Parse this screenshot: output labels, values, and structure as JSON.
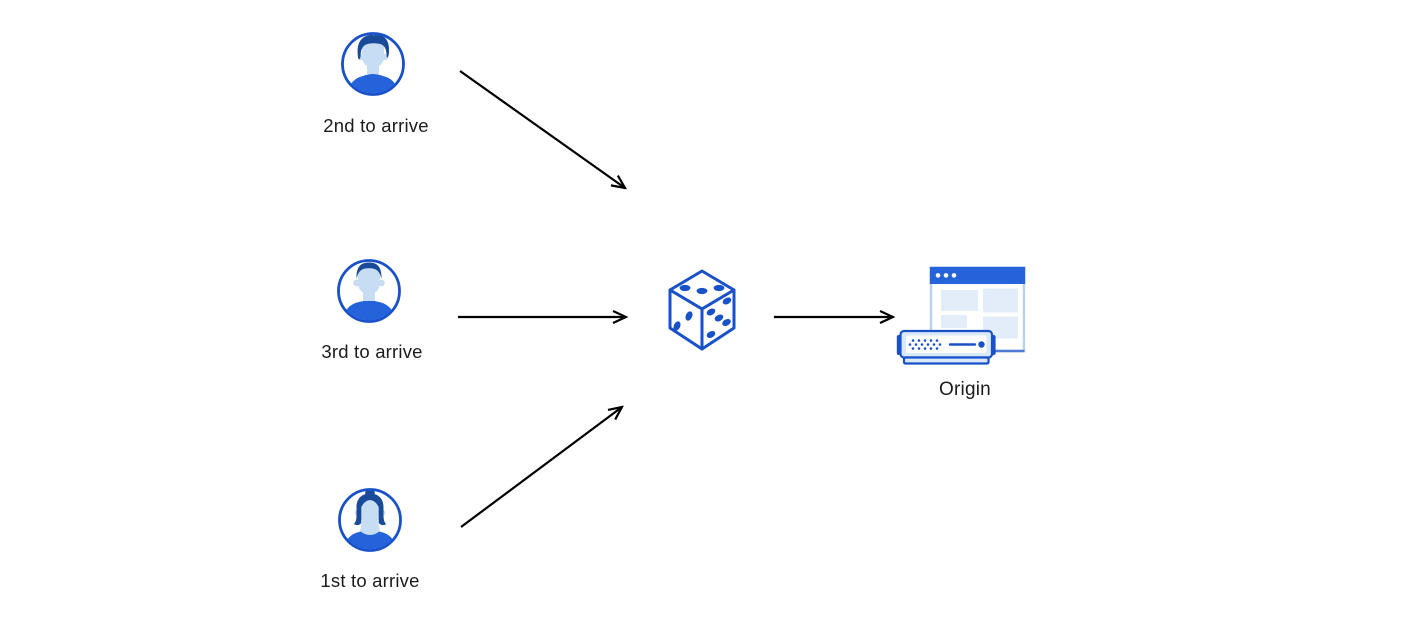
{
  "diagram": {
    "clients": [
      {
        "id": "client-2nd",
        "label": "2nd to arrive",
        "icon": "male-avatar-swept-hair-icon"
      },
      {
        "id": "client-3rd",
        "label": "3rd to arrive",
        "icon": "male-avatar-short-hair-icon"
      },
      {
        "id": "client-1st",
        "label": "1st to arrive",
        "icon": "female-avatar-bun-icon"
      }
    ],
    "hub": {
      "id": "dice",
      "icon": "dice-icon"
    },
    "origin": {
      "id": "origin",
      "label": "Origin",
      "icon": "origin-server-browser-icon"
    },
    "connections": [
      {
        "from": "client-2nd",
        "to": "dice"
      },
      {
        "from": "client-3rd",
        "to": "dice"
      },
      {
        "from": "client-1st",
        "to": "dice"
      },
      {
        "from": "dice",
        "to": "origin"
      }
    ],
    "colors": {
      "background": "#ffffff",
      "primary-blue": "#1951c9",
      "bright-blue": "#2463da",
      "hair-navy": "#1a4b9b",
      "face-blue": "#c6ddf4",
      "panel-blue": "#e2edf9",
      "server-fill": "#d9e8fa",
      "window-border": "#b9d1f1",
      "window-shadow": "#4d7ad5",
      "arrow-black": "#000000",
      "text": "#1b1b1b"
    }
  }
}
